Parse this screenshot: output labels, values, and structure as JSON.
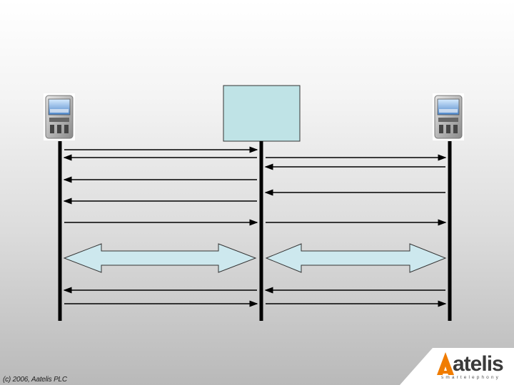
{
  "footer": {
    "copyright": "(c) 2006, Aatelis PLC"
  },
  "logo": {
    "wordmark": "atelis",
    "tagline": "smartelephony",
    "accent_color": "#f07c00"
  },
  "colors": {
    "server_box_fill": "#bfe3e6",
    "double_arrow_fill": "#cde8ee",
    "line_color": "#000000"
  },
  "icons": [
    "mobile-phone-icon",
    "mobile-phone-icon"
  ]
}
